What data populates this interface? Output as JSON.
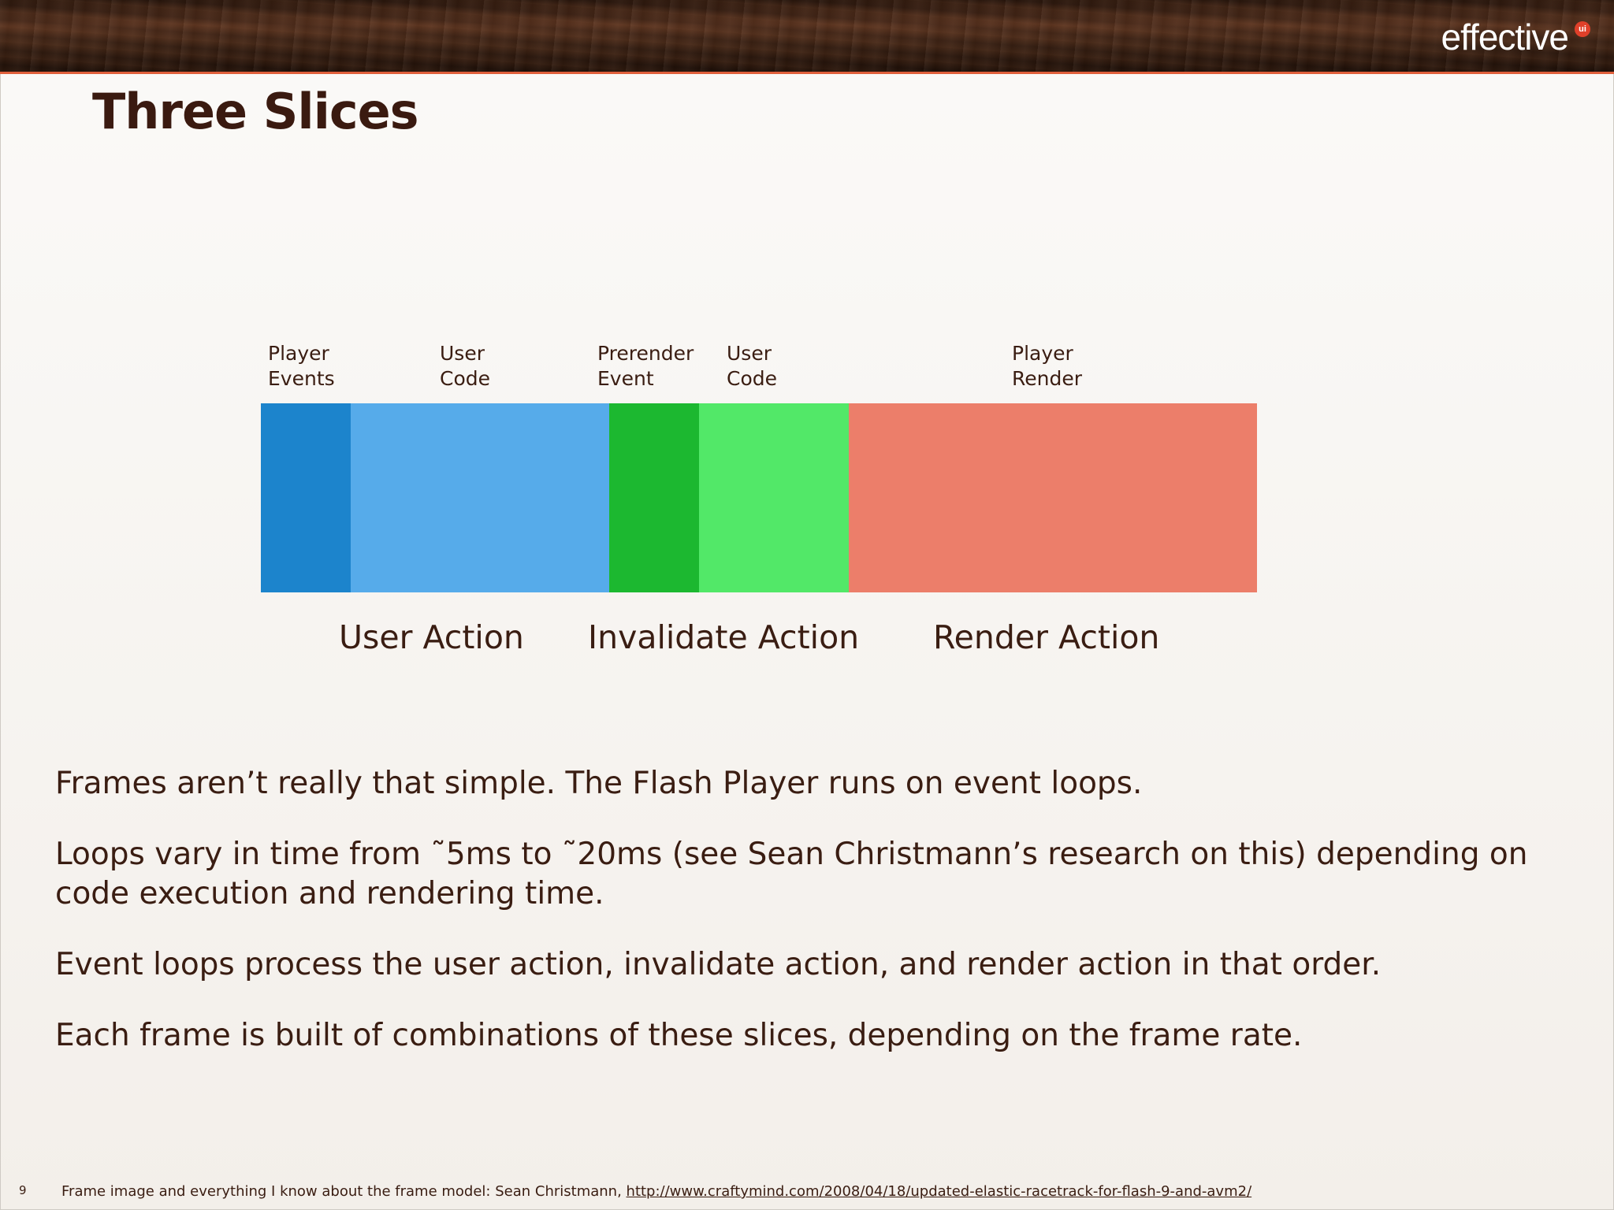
{
  "header": {
    "logo_text": "effective",
    "logo_badge": "ui"
  },
  "slide": {
    "title": "Three Slices",
    "page_number": "9"
  },
  "diagram": {
    "segment_labels": [
      {
        "line1": "Player",
        "line2": "Events"
      },
      {
        "line1": "User",
        "line2": "Code"
      },
      {
        "line1": "Prerender",
        "line2": "Event"
      },
      {
        "line1": "User",
        "line2": "Code"
      },
      {
        "line1": "Player",
        "line2": "Render"
      }
    ],
    "segments": [
      {
        "name": "Player Events",
        "color": "#1c84cc",
        "share": 0.09
      },
      {
        "name": "User Code",
        "color": "#56abea",
        "share": 0.26
      },
      {
        "name": "Prerender Event",
        "color": "#1cb830",
        "share": 0.09
      },
      {
        "name": "User Code",
        "color": "#52e868",
        "share": 0.15
      },
      {
        "name": "Player Render",
        "color": "#ec7e6a",
        "share": 0.41
      }
    ],
    "actions": [
      "User Action",
      "Invalidate Action",
      "Render Action"
    ]
  },
  "body": {
    "paragraphs": [
      "Frames aren’t really that simple. The Flash Player runs on event loops.",
      "Loops vary in time from ˜5ms to ˜20ms (see Sean Christmann’s research on this) depending on code execution and rendering time.",
      "Event loops process the user action, invalidate action, and render action in that order.",
      "Each frame is built of combinations of these slices, depending on the frame rate."
    ]
  },
  "footer": {
    "note": "Frame image and everything I know about the frame model: Sean Christmann, ",
    "link": "http://www.craftymind.com/2008/04/18/updated-elastic-racetrack-for-flash-9-and-avm2/"
  }
}
